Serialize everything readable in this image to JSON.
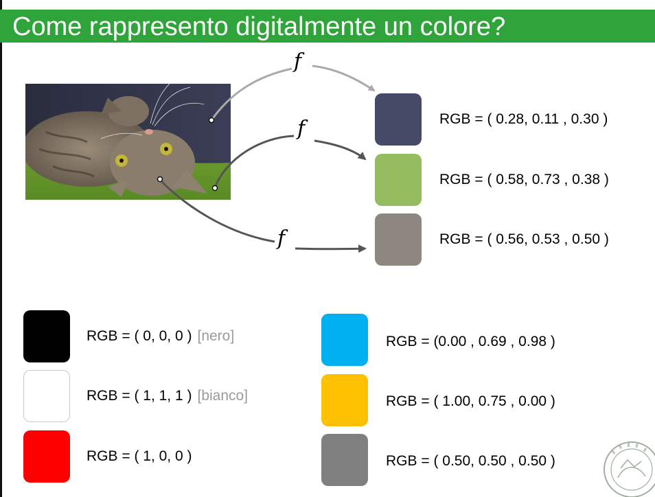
{
  "title": "Come rappresento digitalmente un colore?",
  "function_symbol": "f",
  "mapped_colors": [
    {
      "label": "RGB = ( 0.28, 0.11 , 0.30 )",
      "color": "#454a66"
    },
    {
      "label": "RGB = ( 0.58, 0.73 , 0.38 )",
      "color": "#95bc5e"
    },
    {
      "label": "RGB = ( 0.56, 0.53 , 0.50 )",
      "color": "#8e8780"
    }
  ],
  "examples_left": [
    {
      "label": "RGB = ( 0, 0, 0 )",
      "note": "[nero]",
      "color": "#000000"
    },
    {
      "label": "RGB = ( 1, 1, 1 )",
      "note": "[bianco]",
      "color": "#ffffff"
    },
    {
      "label": "RGB = ( 1, 0, 0 )",
      "note": "",
      "color": "#ff0000"
    }
  ],
  "examples_right": [
    {
      "label": "RGB = (0.00 , 0.69 , 0.98 )",
      "color": "#00b0f0"
    },
    {
      "label": "RGB = ( 1.00, 0.75 , 0.00 )",
      "color": "#ffc000"
    },
    {
      "label": "RGB = ( 0.50, 0.50 , 0.50 )",
      "color": "#808080"
    }
  ]
}
